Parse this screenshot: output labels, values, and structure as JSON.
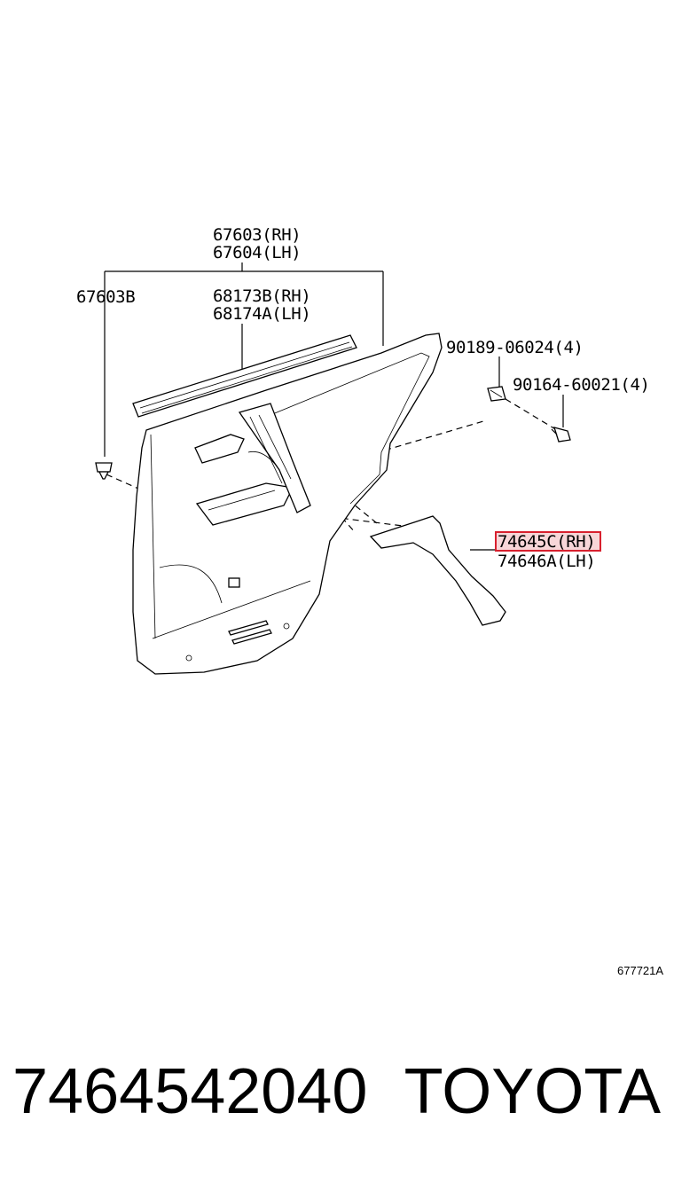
{
  "diagram": {
    "labels": {
      "p67603rh": "67603(RH)",
      "p67604lh": "67604(LH)",
      "p67603b": "67603B",
      "p68173b": "68173B(RH)",
      "p68174a": "68174A(LH)",
      "p90189": "90189-06024(4)",
      "p90164": "90164-60021(4)",
      "p74645c": "74645C(RH)",
      "p74646a": "74646A(LH)"
    },
    "highlighted_part": "74645C(RH)",
    "highlight_color": "#d8202e",
    "drawing_code": "677721A"
  },
  "footer": {
    "part_number": "7464542040",
    "brand": "TOYOTA"
  }
}
